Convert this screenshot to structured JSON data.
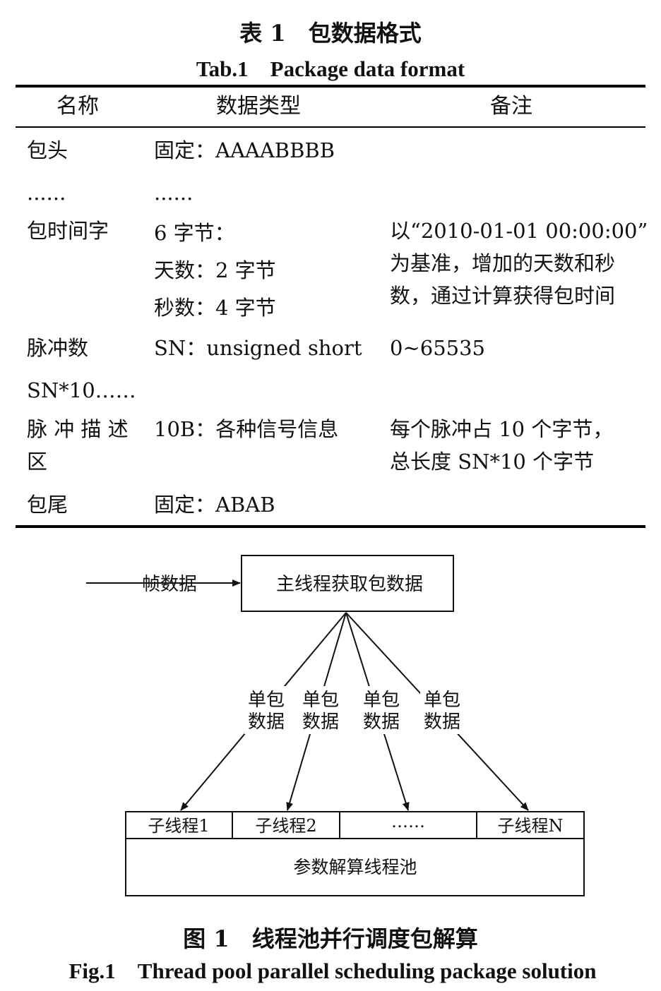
{
  "table": {
    "caption_cn": "表 1　包数据格式",
    "caption_en": "Tab.1　Package data format",
    "headers": [
      "名称",
      "数据类型",
      "备注"
    ],
    "rows": [
      {
        "name": [
          "包头"
        ],
        "type": [
          "固定：AAAABBBB"
        ],
        "note": []
      },
      {
        "name": [
          "......"
        ],
        "type": [
          "......"
        ],
        "note": []
      },
      {
        "name": [
          "包时间字"
        ],
        "type": [
          "6 字节：",
          "天数：2 字节",
          "秒数：4 字节"
        ],
        "note": [
          "以“2010-01-01 00:00:00”",
          "为基准，增加的天数和秒",
          "数，通过计算获得包时间"
        ]
      },
      {
        "name": [
          "脉冲数"
        ],
        "type": [
          "SN：unsigned short"
        ],
        "note": [
          "0~65535"
        ]
      },
      {
        "name": [
          "SN*10……"
        ],
        "type": [],
        "note": []
      },
      {
        "name": [
          "脉 冲 描 述",
          "区"
        ],
        "type": [
          "10B：各种信号信息"
        ],
        "note": [
          "每个脉冲占 10 个字节，",
          "总长度 SN*10 个字节"
        ]
      },
      {
        "name": [
          "包尾"
        ],
        "type": [
          "固定：ABAB"
        ],
        "note": []
      }
    ]
  },
  "figure": {
    "input_label": "帧数据",
    "main_box": "主线程获取包数据",
    "edge_labels": [
      [
        "单包",
        "数据"
      ],
      [
        "单包",
        "数据"
      ],
      [
        "单包",
        "数据"
      ],
      [
        "单包",
        "数据"
      ]
    ],
    "pool_cells": [
      "子线程1",
      "子线程2",
      "……",
      "子线程N"
    ],
    "pool_label": "参数解算线程池",
    "caption_cn": "图 1　线程池并行调度包解算",
    "caption_en": "Fig.1　Thread pool parallel scheduling package solution"
  }
}
